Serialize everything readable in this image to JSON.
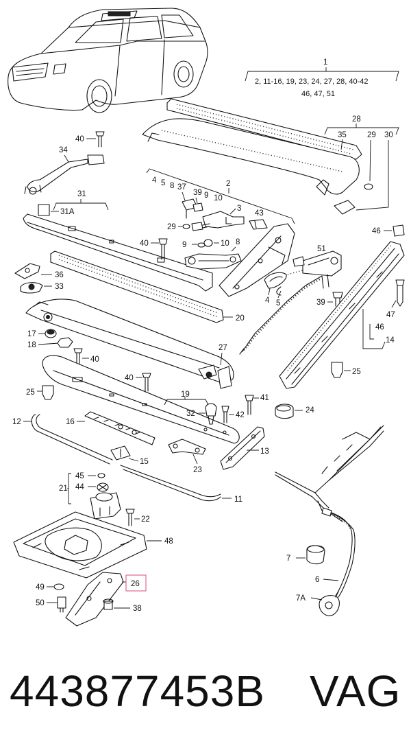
{
  "callouts": {
    "c1": "1",
    "c1_sub": "2, 11-16, 19, 23, 24, 27, 28, 40-42",
    "c1_sub2": "46, 47, 51",
    "c28": "28",
    "c35": "35",
    "c29": "29",
    "c30": "30",
    "c40a": "40",
    "c34": "34",
    "c31": "31",
    "c31a": "31A",
    "c4": "4",
    "c5": "5",
    "c8a": "8",
    "c37": "37",
    "c39": "39",
    "c9a": "9",
    "c10a": "10",
    "c2": "2",
    "c3": "3",
    "c43": "43",
    "c29b": "29",
    "c46": "46",
    "c40b": "40",
    "c9b": "9",
    "c10b": "10",
    "c8b": "8",
    "c51": "51",
    "c36": "36",
    "c33": "33",
    "c4b": "4",
    "c5b": "5",
    "c39b": "39",
    "c47": "47",
    "c20": "20",
    "c46b": "46",
    "c14": "14",
    "c17": "17",
    "c18": "18",
    "c27": "27",
    "c40c": "40",
    "c25a": "25",
    "c40d": "40",
    "c25b": "25",
    "c19": "19",
    "c41": "41",
    "c32": "32",
    "c42": "42",
    "c24": "24",
    "c12": "12",
    "c16": "16",
    "c13": "13",
    "c15": "15",
    "c23": "23",
    "c11": "11",
    "c45": "45",
    "c21": "21",
    "c44": "44",
    "c22": "22",
    "c48": "48",
    "c26": "26",
    "c49": "49",
    "c50": "50",
    "c38": "38",
    "c7": "7",
    "c6": "6",
    "c7a": "7A"
  },
  "footer": {
    "part_number": "443877453B",
    "brand": "VAG"
  },
  "colors": {
    "line": "#111111",
    "highlight_box": "#e06a8a",
    "background": "#ffffff"
  }
}
